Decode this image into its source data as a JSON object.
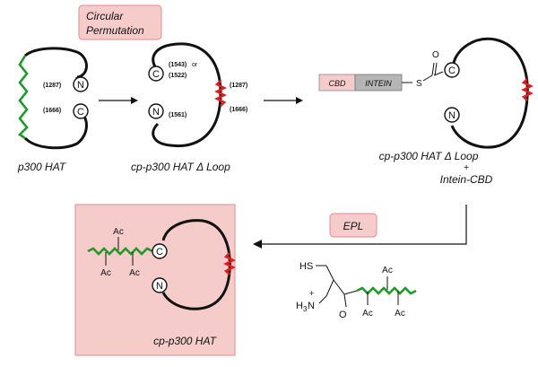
{
  "labels": {
    "circular_permutation_line1": "Circular",
    "circular_permutation_line2": "Permutation",
    "p300_hat": "p300 HAT",
    "cp_p300_hat_loop": "cp-p300 HAT Δ Loop",
    "cp_p300_hat_loop_2": "cp-p300 HAT Δ Loop",
    "plus": "+",
    "intein_cbd": "Intein-CBD",
    "epl": "EPL",
    "cp_p300_hat": "cp-p300 HAT",
    "cbd": "CBD",
    "intein": "INTEIN"
  },
  "residues": {
    "r1287_a": "(1287)",
    "r1666_a": "(1666)",
    "r1543": "(1543)",
    "or": "or",
    "r1522": "(1522)",
    "r1561": "(1561)",
    "r1287_b": "(1287)",
    "r1666_b": "(1666)"
  },
  "termini": {
    "n": "N",
    "c": "C"
  },
  "chem": {
    "sulfur": "S",
    "oxygen_thioester": "O",
    "hs": "HS",
    "h3n": "H",
    "h3n_sub": "3",
    "h3n_n": "N",
    "plus_charge": "+",
    "carbonyl_o": "O",
    "ac": "Ac"
  },
  "colors": {
    "green_peptide": "#1f9a2a",
    "red_linker": "#e0201f",
    "pink_box": "#f6cccb",
    "pink_border": "#e08b8b",
    "intein_gray": "#b5b5b5"
  }
}
